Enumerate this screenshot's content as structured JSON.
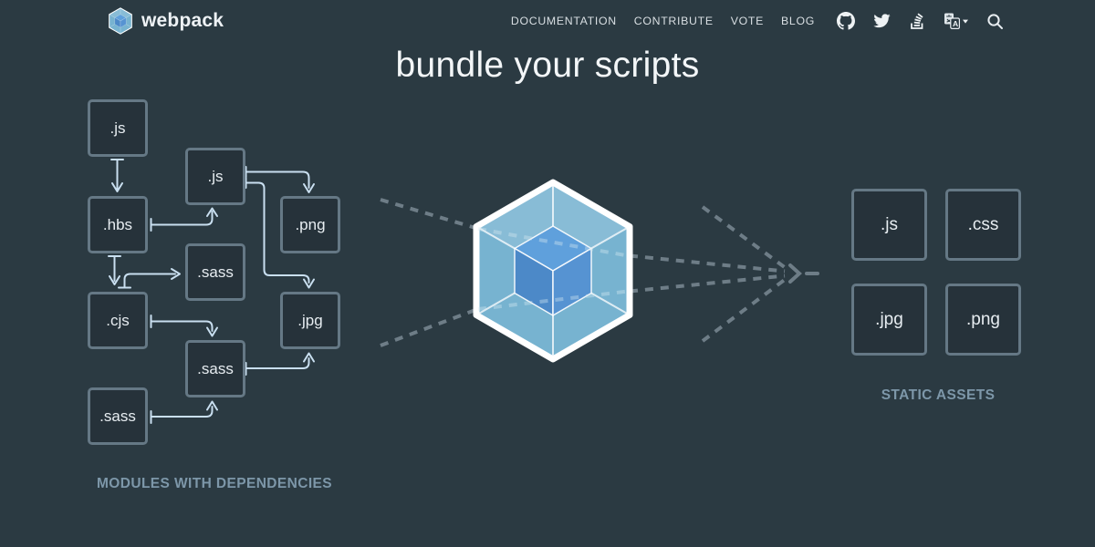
{
  "nav": {
    "brand": "webpack",
    "links": [
      {
        "label": "DOCUMENTATION"
      },
      {
        "label": "CONTRIBUTE"
      },
      {
        "label": "VOTE"
      },
      {
        "label": "BLOG"
      }
    ],
    "icons": [
      {
        "name": "github"
      },
      {
        "name": "twitter"
      },
      {
        "name": "stackoverflow"
      },
      {
        "name": "language-selector",
        "letter": "A"
      },
      {
        "name": "search"
      }
    ]
  },
  "hero": {
    "title": "bundle your scripts"
  },
  "modules_graph": {
    "caption": "MODULES WITH DEPENDENCIES",
    "nodes": [
      {
        "label": ".js"
      },
      {
        "label": ".hbs"
      },
      {
        "label": ".js"
      },
      {
        "label": ".png"
      },
      {
        "label": ".sass"
      },
      {
        "label": ".cjs"
      },
      {
        "label": ".jpg"
      },
      {
        "label": ".sass"
      },
      {
        "label": ".sass"
      }
    ]
  },
  "static_assets": {
    "caption": "STATIC ASSETS",
    "nodes": [
      {
        "label": ".js"
      },
      {
        "label": ".css"
      },
      {
        "label": ".jpg"
      },
      {
        "label": ".png"
      }
    ]
  },
  "colors": {
    "background": "#2b3a42",
    "box_border": "#657885",
    "box_fill": "#26323a",
    "box_text": "#e7edf1",
    "arrow": "#c9dff0",
    "dashed_line": "#6e7d87",
    "caption_text": "#7d97a9",
    "cube_outer": "#8dd6f9",
    "cube_inner_top": "#5fa0dc",
    "cube_inner_left": "#4c89c8",
    "cube_inner_right": "#5693d2"
  }
}
